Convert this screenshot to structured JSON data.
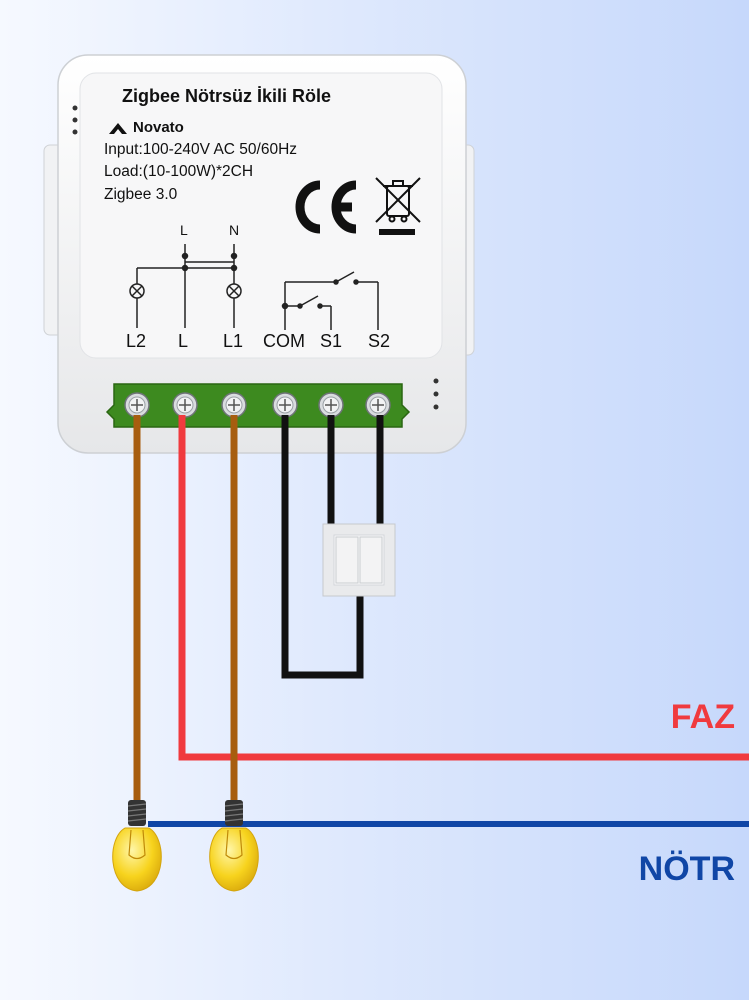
{
  "module": {
    "title": "Zigbee Nötrsüz İkili Röle",
    "brand": "Novato",
    "specs": {
      "input": "Input:100-240V AC  50/60Hz",
      "load": "Load:(10-100W)*2CH",
      "protocol": "Zigbee 3.0"
    },
    "top_labels": {
      "l": "L",
      "n": "N"
    },
    "terminals": [
      "L2",
      "L",
      "L1",
      "COM",
      "S1",
      "S2"
    ]
  },
  "lines": {
    "faz": "FAZ",
    "notr": "NÖTR"
  },
  "colors": {
    "phase": "#f03a3e",
    "neutral": "#1046a6",
    "load_wire": "#a75d0f",
    "switch_wire": "#111111",
    "terminal_block": "#3d8a1f",
    "bulb": "#f7d31d"
  },
  "icons": [
    "novato-logo-icon",
    "ce-mark-icon",
    "weee-bin-icon",
    "lamp-symbol-icon",
    "switch-symbol-icon",
    "bulb-icon"
  ]
}
